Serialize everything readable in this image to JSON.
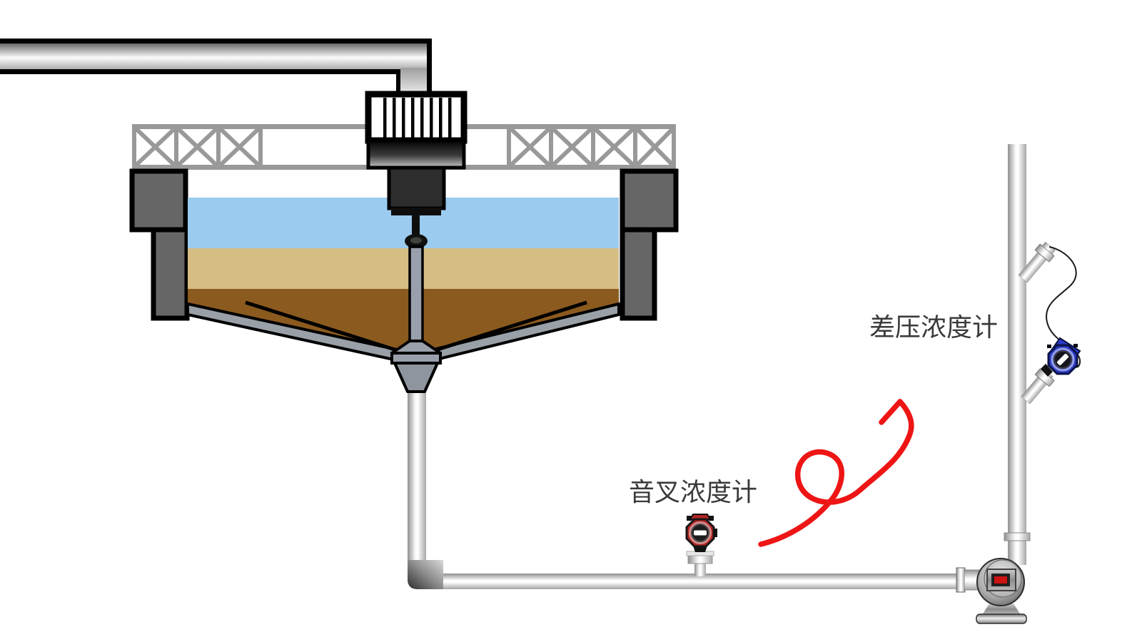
{
  "diagram": {
    "title_present": false,
    "instruments": [
      {
        "id": "fork-density-meter",
        "label": "音叉浓度计",
        "color": "#B22525"
      },
      {
        "id": "dp-density-meter",
        "label": "差压浓度计",
        "color": "#2A3AC8"
      }
    ],
    "colors": {
      "water": "#9BCBEE",
      "interface": "#D5BD84",
      "sludge": "#8B5A1E",
      "support_gray": "#666666",
      "truss_gray": "#999999",
      "annotation_arrow": "#EE1515",
      "pump_display": "#CC1111"
    }
  }
}
